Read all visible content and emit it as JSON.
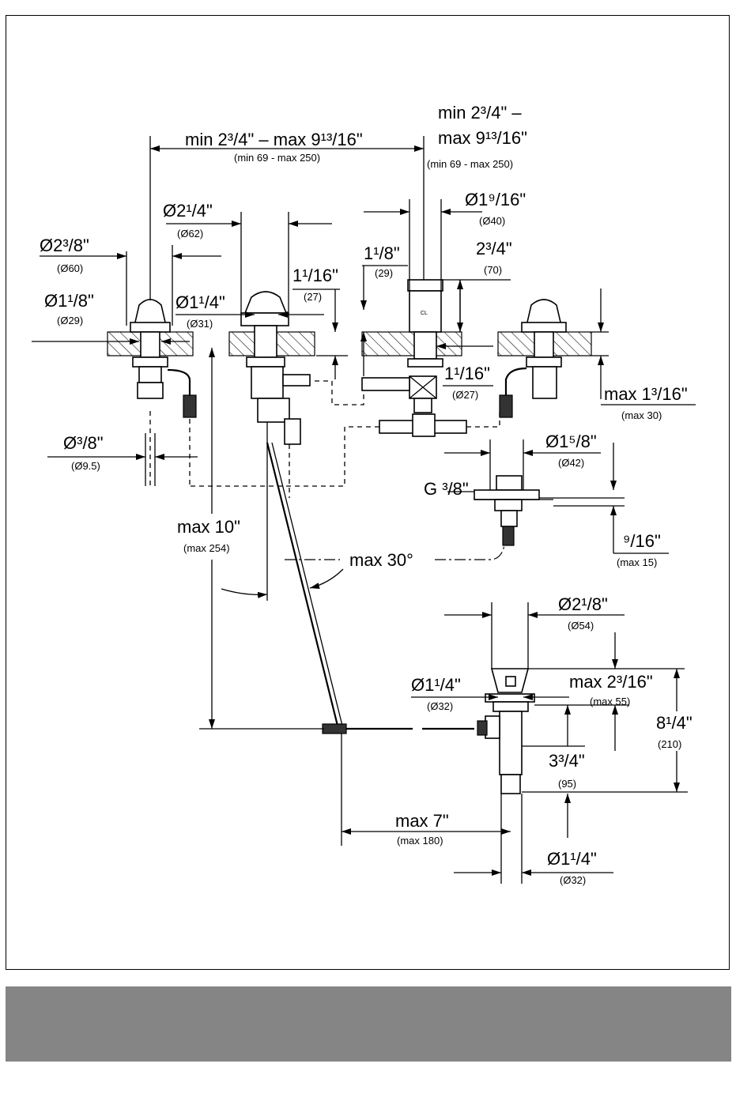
{
  "dimensions": {
    "spread_top": {
      "text": "min 2³/4\" – max 9¹³/16\"",
      "mm": "(min 69 - max 250)"
    },
    "spread_right": {
      "line1": "min 2³/4\" –",
      "line2": "max 9¹³/16\"",
      "mm": "(min 69 - max 250)"
    },
    "dia_2_1_4": {
      "text": "Ø2¹/4\"",
      "mm": "(Ø62)"
    },
    "dia_1_9_16": {
      "text": "Ø1⁹/16\"",
      "mm": "(Ø40)"
    },
    "dia_2_3_8": {
      "text": "Ø2³/8\"",
      "mm": "(Ø60)"
    },
    "dim_1_1_16_top": {
      "text": "1¹/16\"",
      "mm": "(27)"
    },
    "dim_1_1_8": {
      "text": "1¹/8\"",
      "mm": "(29)"
    },
    "dim_2_3_4": {
      "text": "2³/4\"",
      "mm": "(70)"
    },
    "dia_1_1_8": {
      "text": "Ø1¹/8\"",
      "mm": "(Ø29)"
    },
    "dia_1_1_4_top": {
      "text": "Ø1¹/4\"",
      "mm": "(Ø31)"
    },
    "dim_1_1_16_mid": {
      "text": "1¹/16\"",
      "mm": "(Ø27)"
    },
    "max_1_3_16": {
      "text": "max 1³/16\"",
      "mm": "(max 30)"
    },
    "dia_3_8": {
      "text": "Ø³/8\"",
      "mm": "(Ø9.5)"
    },
    "dia_1_5_8": {
      "text": "Ø1⁵/8\"",
      "mm": "(Ø42)"
    },
    "thread_g38": {
      "text": "G ³/8\""
    },
    "dim_9_16": {
      "text": "⁹/16\"",
      "mm": "(max 15)"
    },
    "max_10": {
      "text": "max 10\"",
      "mm": "(max 254)"
    },
    "max_30deg": {
      "text": "max 30°"
    },
    "dia_2_1_8": {
      "text": "Ø2¹/8\"",
      "mm": "(Ø54)"
    },
    "dia_1_1_4_mid": {
      "text": "Ø1¹/4\"",
      "mm": "(Ø32)"
    },
    "max_2_3_16": {
      "text": "max 2³/16\"",
      "mm": "(max 55)"
    },
    "dim_8_1_4": {
      "text": "8¹/4\"",
      "mm": "(210)"
    },
    "dim_3_3_4": {
      "text": "3³/4\"",
      "mm": "(95)"
    },
    "max_7": {
      "text": "max 7\"",
      "mm": "(max 180)"
    },
    "dia_1_1_4_bottom": {
      "text": "Ø1¹/4\"",
      "mm": "(Ø32)"
    }
  },
  "valve_mark": "CL",
  "colors": {
    "line": "#000000",
    "footer": "#858585",
    "background": "#ffffff"
  }
}
